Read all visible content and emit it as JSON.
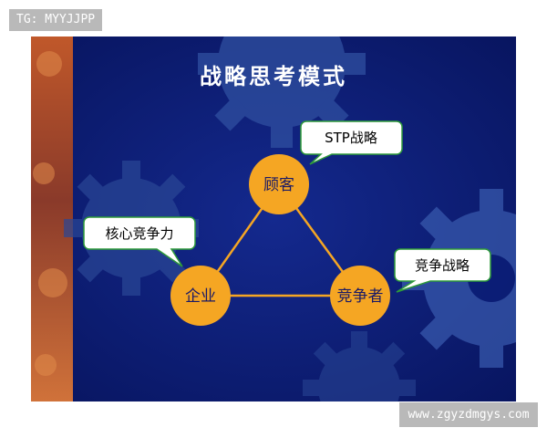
{
  "watermark_top": "TG: MYYJJPP",
  "watermark_bottom": "www.zgyzdmgys.com",
  "slide": {
    "title": "战略思考模式",
    "nodes": {
      "customer": "顾客",
      "company": "企业",
      "competitor": "竞争者"
    },
    "callouts": {
      "stp": "STP战略",
      "core": "核心竞争力",
      "competition": "竞争战略"
    },
    "colors": {
      "background": "#0b1f7a",
      "node_fill": "#f5a623",
      "edge": "#f5a623",
      "callout_fill": "#ffffff",
      "callout_border": "#2e9a3a",
      "gear": "#2f4fa0"
    }
  }
}
